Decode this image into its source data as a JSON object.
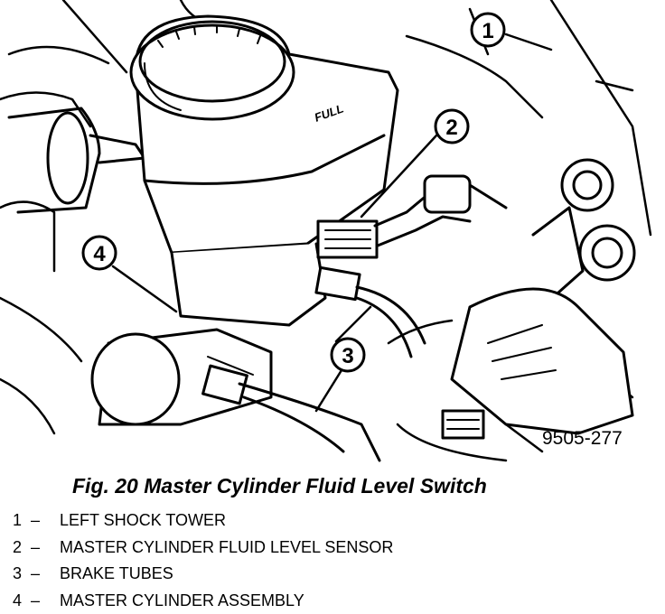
{
  "figure": {
    "code": "9505-277",
    "reservoir_marking": "FULL",
    "callouts": [
      "1",
      "2",
      "3",
      "4"
    ]
  },
  "caption": "Fig. 20 Master Cylinder Fluid Level Switch",
  "legend": [
    {
      "num": "1",
      "sep": "–",
      "label": "LEFT SHOCK TOWER"
    },
    {
      "num": "2",
      "sep": "–",
      "label": "MASTER CYLINDER FLUID LEVEL SENSOR"
    },
    {
      "num": "3",
      "sep": "–",
      "label": "BRAKE TUBES"
    },
    {
      "num": "4",
      "sep": "–",
      "label": "MASTER CYLINDER ASSEMBLY"
    }
  ],
  "colors": {
    "ink": "#000000",
    "paper": "#ffffff"
  }
}
